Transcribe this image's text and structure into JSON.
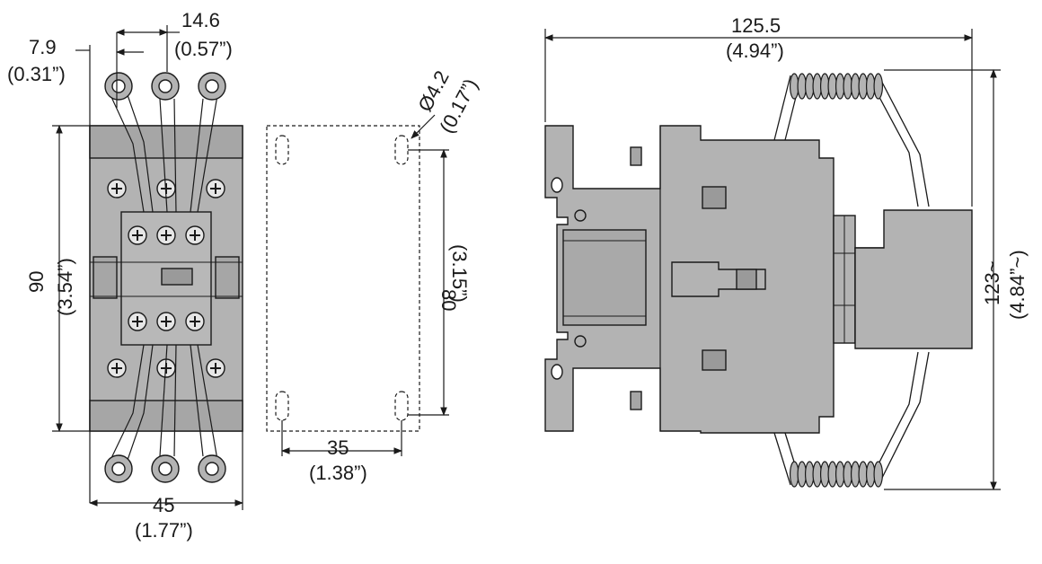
{
  "dimensions": {
    "d_7_9": {
      "mm": "7.9",
      "inch": "(0.31”)"
    },
    "d_14_6": {
      "mm": "14.6",
      "inch": "(0.57”)"
    },
    "d_90": {
      "mm": "90",
      "inch": "(3.54”)"
    },
    "d_45": {
      "mm": "45",
      "inch": "(1.77”)"
    },
    "d_hole": {
      "mm": "Ø4.2",
      "inch": "(0.17”)"
    },
    "d_80": {
      "mm": "80",
      "inch": "(3.15”)"
    },
    "d_35": {
      "mm": "35",
      "inch": "(1.38”)"
    },
    "d_125_5": {
      "mm": "125.5",
      "inch": "(4.94”)"
    },
    "d_123": {
      "mm": "123~",
      "inch": "(4.84”~)"
    }
  },
  "colors": {
    "body": "#b3b3b3",
    "body_dark": "#999999",
    "outline": "#1a1a1a",
    "background": "#ffffff"
  }
}
